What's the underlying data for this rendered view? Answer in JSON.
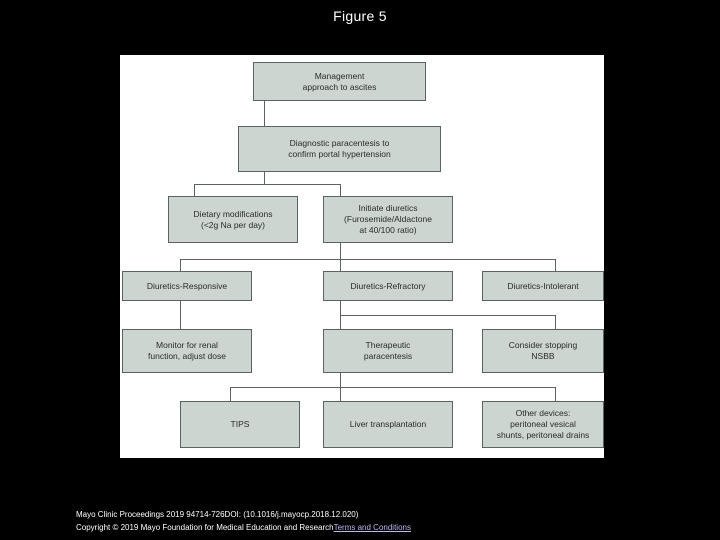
{
  "figure": {
    "title": "Figure 5"
  },
  "colors": {
    "background": "#000000",
    "canvas": "#ffffff",
    "node_fill": "#ccd5d0",
    "node_border": "#5b6360",
    "title_text": "#ffffff",
    "link_text": "#b9b9ea"
  },
  "chart_data": {
    "type": "diagram",
    "title": "Figure 5",
    "subtype": "flowchart",
    "nodes": [
      {
        "id": "n1",
        "label": "Management\napproach to ascites",
        "row": 1,
        "column": "center"
      },
      {
        "id": "n2",
        "label": "Diagnostic paracentesis to\nconfirm portal hypertension",
        "row": 2,
        "column": "center"
      },
      {
        "id": "n3",
        "label": "Dietary modifications\n(<2g Na per day)",
        "row": 3,
        "column": "left"
      },
      {
        "id": "n4",
        "label": "Initiate diuretics\n(Furosemide/Aldactone\nat 40/100 ratio)",
        "row": 3,
        "column": "center"
      },
      {
        "id": "n5",
        "label": "Diuretics-Responsive",
        "row": 4,
        "column": "left"
      },
      {
        "id": "n6",
        "label": "Diuretics-Refractory",
        "row": 4,
        "column": "center"
      },
      {
        "id": "n7",
        "label": "Diuretics-Intolerant",
        "row": 4,
        "column": "right"
      },
      {
        "id": "n8",
        "label": "Monitor for renal\nfunction, adjust dose",
        "row": 5,
        "column": "left"
      },
      {
        "id": "n9",
        "label": "Therapeutic\nparacentesis",
        "row": 5,
        "column": "center"
      },
      {
        "id": "n10",
        "label": "Consider stopping\nNSBB",
        "row": 5,
        "column": "right"
      },
      {
        "id": "n11",
        "label": "TIPS",
        "row": 6,
        "column": "left"
      },
      {
        "id": "n12",
        "label": "Liver transplantation",
        "row": 6,
        "column": "center"
      },
      {
        "id": "n13",
        "label": "Other devices:\nperitoneal vesical\nshunts, peritoneal drains",
        "row": 6,
        "column": "right"
      }
    ],
    "edges": [
      {
        "from": "n1",
        "to": "n2"
      },
      {
        "from": "n2",
        "to": "n3"
      },
      {
        "from": "n2",
        "to": "n4"
      },
      {
        "from": "n4",
        "to": "n5"
      },
      {
        "from": "n4",
        "to": "n6"
      },
      {
        "from": "n4",
        "to": "n7"
      },
      {
        "from": "n5",
        "to": "n8"
      },
      {
        "from": "n6",
        "to": "n9"
      },
      {
        "from": "n6",
        "to": "n10"
      },
      {
        "from": "n9",
        "to": "n11"
      },
      {
        "from": "n9",
        "to": "n12"
      },
      {
        "from": "n9",
        "to": "n13"
      }
    ]
  },
  "nodes": {
    "management": {
      "line1": "Management",
      "line2": "approach to ascites"
    },
    "diagnostic": {
      "line1": "Diagnostic paracentesis to",
      "line2": "confirm portal hypertension"
    },
    "dietary": {
      "line1": "Dietary modifications",
      "line2": "(<2g Na per day)"
    },
    "diuretics": {
      "line1": "Initiate diuretics",
      "line2": "(Furosemide/Aldactone",
      "line3": "at 40/100 ratio)"
    },
    "responsive": {
      "line1": "Diuretics-Responsive"
    },
    "refractory": {
      "line1": "Diuretics-Refractory"
    },
    "intolerant": {
      "line1": "Diuretics-Intolerant"
    },
    "monitor": {
      "line1": "Monitor for renal",
      "line2": "function, adjust dose"
    },
    "therapeutic": {
      "line1": "Therapeutic",
      "line2": "paracentesis"
    },
    "stopnsbb": {
      "line1": "Consider stopping",
      "line2": "NSBB"
    },
    "tips": {
      "line1": "TIPS"
    },
    "transplant": {
      "line1": "Liver transplantation"
    },
    "otherdev": {
      "line1": "Other devices:",
      "line2": "peritoneal vesical",
      "line3": "shunts, peritoneal drains"
    }
  },
  "footer": {
    "citation": "Mayo Clinic Proceedings 2019 94714-726DOI: (10.1016/j.mayocp.2018.12.020)",
    "copyright": "Copyright © 2019 Mayo Foundation for Medical Education and Research",
    "terms_link": "Terms and Conditions"
  }
}
